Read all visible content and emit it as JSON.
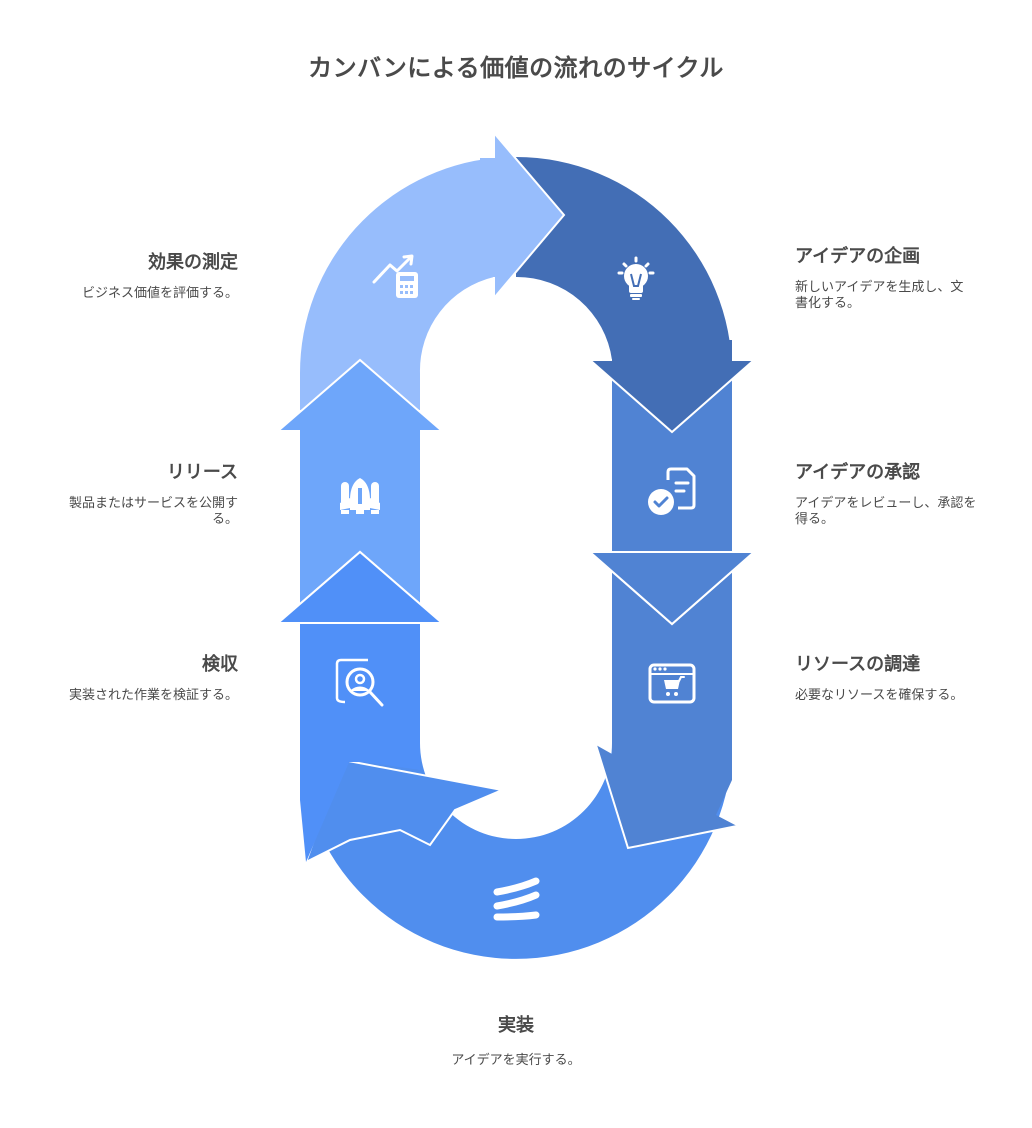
{
  "title": "カンバンによる価値の流れのサイクル",
  "colors": {
    "measure": "#97BDFC",
    "plan": "#436EB5",
    "approve": "#5083D3",
    "procure": "#5083D3",
    "implement": "#508EEE",
    "accept": "#5090F8",
    "release": "#6EA6FA",
    "icon": "#FFFFFF",
    "text": "#4A4A4A"
  },
  "steps": [
    {
      "id": "plan",
      "title": "アイデアの企画",
      "description": "新しいアイデアを生成し、文書化する。",
      "icon": "lightbulb-icon"
    },
    {
      "id": "approve",
      "title": "アイデアの承認",
      "description": "アイデアをレビューし、承認を得る。",
      "icon": "document-check-icon"
    },
    {
      "id": "procure",
      "title": "リソースの調達",
      "description": "必要なリソースを確保する。",
      "icon": "shopping-cart-browser-icon"
    },
    {
      "id": "implement",
      "title": "実装",
      "description": "アイデアを実行する。",
      "icon": "spring-icon"
    },
    {
      "id": "accept",
      "title": "検収",
      "description": "実装された作業を検証する。",
      "icon": "user-search-document-icon"
    },
    {
      "id": "release",
      "title": "リリース",
      "description": "製品またはサービスを公開する。",
      "icon": "rocket-launch-icon"
    },
    {
      "id": "measure",
      "title": "効果の測定",
      "description": "ビジネス価値を評価する。",
      "icon": "chart-calculator-icon"
    }
  ]
}
